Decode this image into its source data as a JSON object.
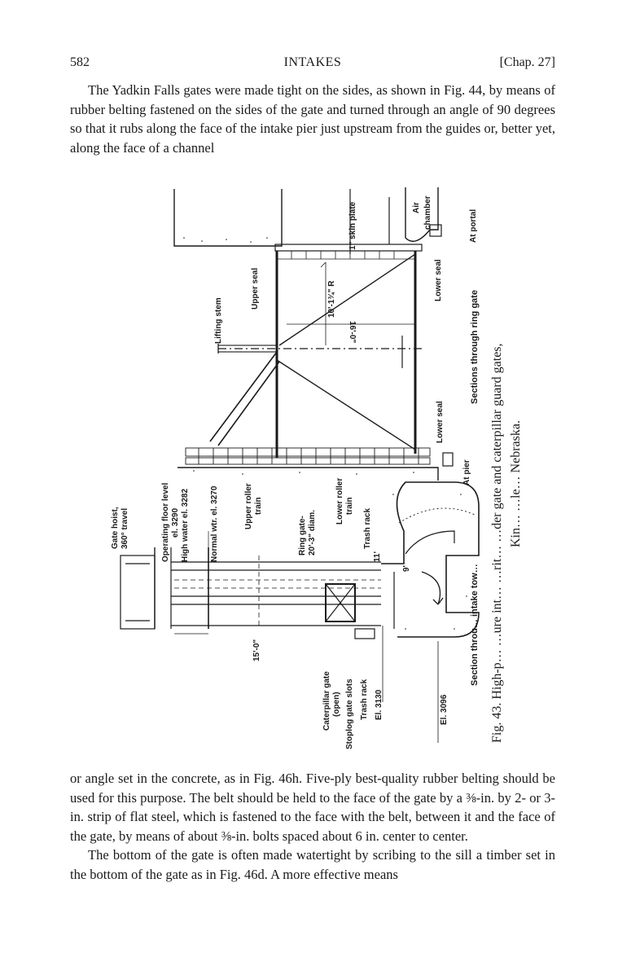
{
  "header": {
    "page_number": "582",
    "title": "INTAKES",
    "chapter": "[Chap. 27]"
  },
  "text": {
    "para1": "The Yadkin Falls gates were made tight on the sides, as shown in Fig. 44, by means of rubber belting fastened on the sides of the gate and turned through an angle of 90 degrees so that it rubs along the face of the intake pier just upstream from the guides or, better yet, along the face of a channel",
    "para2a": "or angle set in the concrete, as in Fig. 46h. Five-ply best-quality rubber belting should be used for this purpose. The belt should be held to the face of the gate by a ⅜-in. by 2- or 3-in. strip of flat steel, which is fastened to the face with the belt, between it and the face of the gate, by means of about ⅜-in. bolts spaced about 6 in. center to center.",
    "para2b": "The bottom of the gate is often made watertight by scribing to the sill a timber set in the bottom of the gate as in Fig. 46d. A more effective means"
  },
  "figure": {
    "upper_labels": {
      "skin_plate": "1\" skin plate",
      "air_chamber_1": "Air",
      "air_chamber_2": "chamber",
      "at_portal": "At portal",
      "upper_seal": "Upper seal",
      "radius": "10'-1¾\" R",
      "lower_seal_top": "Lower seal",
      "lifting_stem": "Lifting stem",
      "width_dim": "16'-0\"",
      "lower_seal_bottom": "Lower seal",
      "at_pier": "At pier",
      "section_caption": "Sections through ring gate"
    },
    "lower_labels": {
      "gate_hoist_1": "Gate hoist,",
      "gate_hoist_2": "360° travel",
      "operating_floor": "Operating floor level",
      "el_3290": "el. 3290",
      "high_water": "High water el. 3282",
      "normal_water": "Normal wtr. el. 3270",
      "upper_roller_1": "Upper roller",
      "upper_roller_2": "train",
      "ring_gate_1": "Ring gate-",
      "ring_gate_2": "20'-3\" diam.",
      "lower_roller_1": "Lower roller",
      "lower_roller_2": "train",
      "trash_rack_top": "Trash rack",
      "dim_15": "15'-0\"",
      "dim_11": "11'",
      "dim_9": "9'",
      "caterpillar_1": "Caterpillar gate",
      "caterpillar_2": "(open)",
      "stoplog": "Stoplog gate slots",
      "trash_rack_bottom": "Trash rack",
      "el_3130": "El. 3130",
      "el_3096": "El. 3096",
      "section_caption": "Section throu… intake tow…"
    },
    "caption": {
      "line1": "Fig. 43. High-p… …ure int… …rit… …der gate and caterpillar guard gates,",
      "line2": "Kin… …le… Nebraska."
    }
  }
}
